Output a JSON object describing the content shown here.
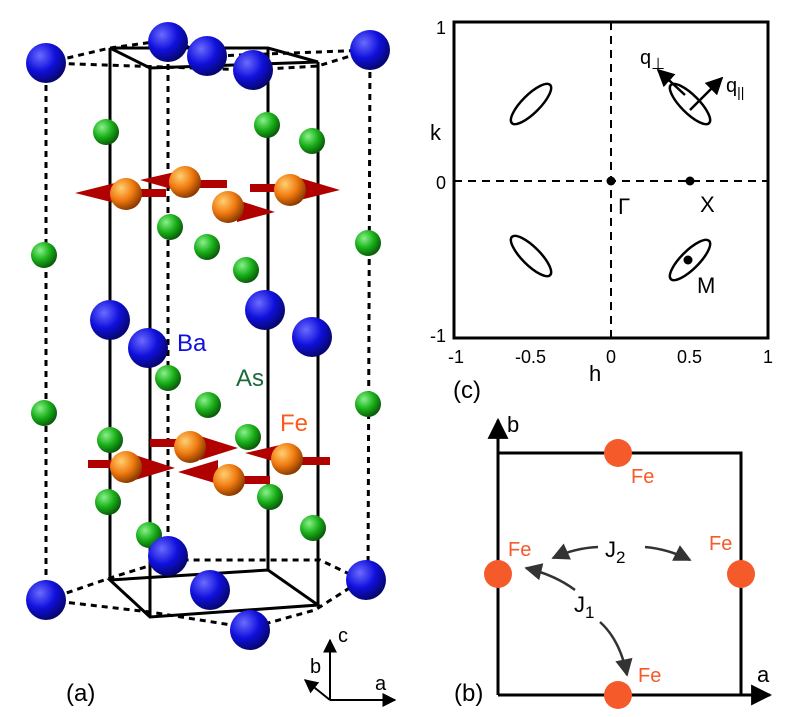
{
  "panel_a": {
    "label": "(a)",
    "atom_labels": {
      "ba": "Ba",
      "as": "As",
      "fe": "Fe"
    },
    "axes": {
      "a": "a",
      "b": "b",
      "c": "c"
    },
    "colors": {
      "ba": "#1010dd",
      "as": "#19b019",
      "fe": "#f07a10",
      "spin": "#b00000",
      "fe_text": "#ff5a1a",
      "as_text": "#1a6a3a"
    }
  },
  "panel_b": {
    "label": "(b)",
    "axis_a": "a",
    "axis_b": "b",
    "fe_labels": [
      "Fe",
      "Fe",
      "Fe",
      "Fe"
    ],
    "j1": "J",
    "j1_sub": "1",
    "j2": "J",
    "j2_sub": "2",
    "fe_color": "#f55a2a"
  },
  "panel_c": {
    "label": "(c)",
    "xlabel": "h",
    "ylabel": "k",
    "xticks": [
      "-1",
      "-0.5",
      "0",
      "0.5",
      "1"
    ],
    "yticks": [
      "1",
      "0",
      "-1"
    ],
    "points": {
      "gamma": "Γ",
      "x": "X",
      "m": "M"
    },
    "q_perp": "q",
    "q_perp_sub": "⊥",
    "q_par": "q",
    "q_par_sub": "||"
  }
}
